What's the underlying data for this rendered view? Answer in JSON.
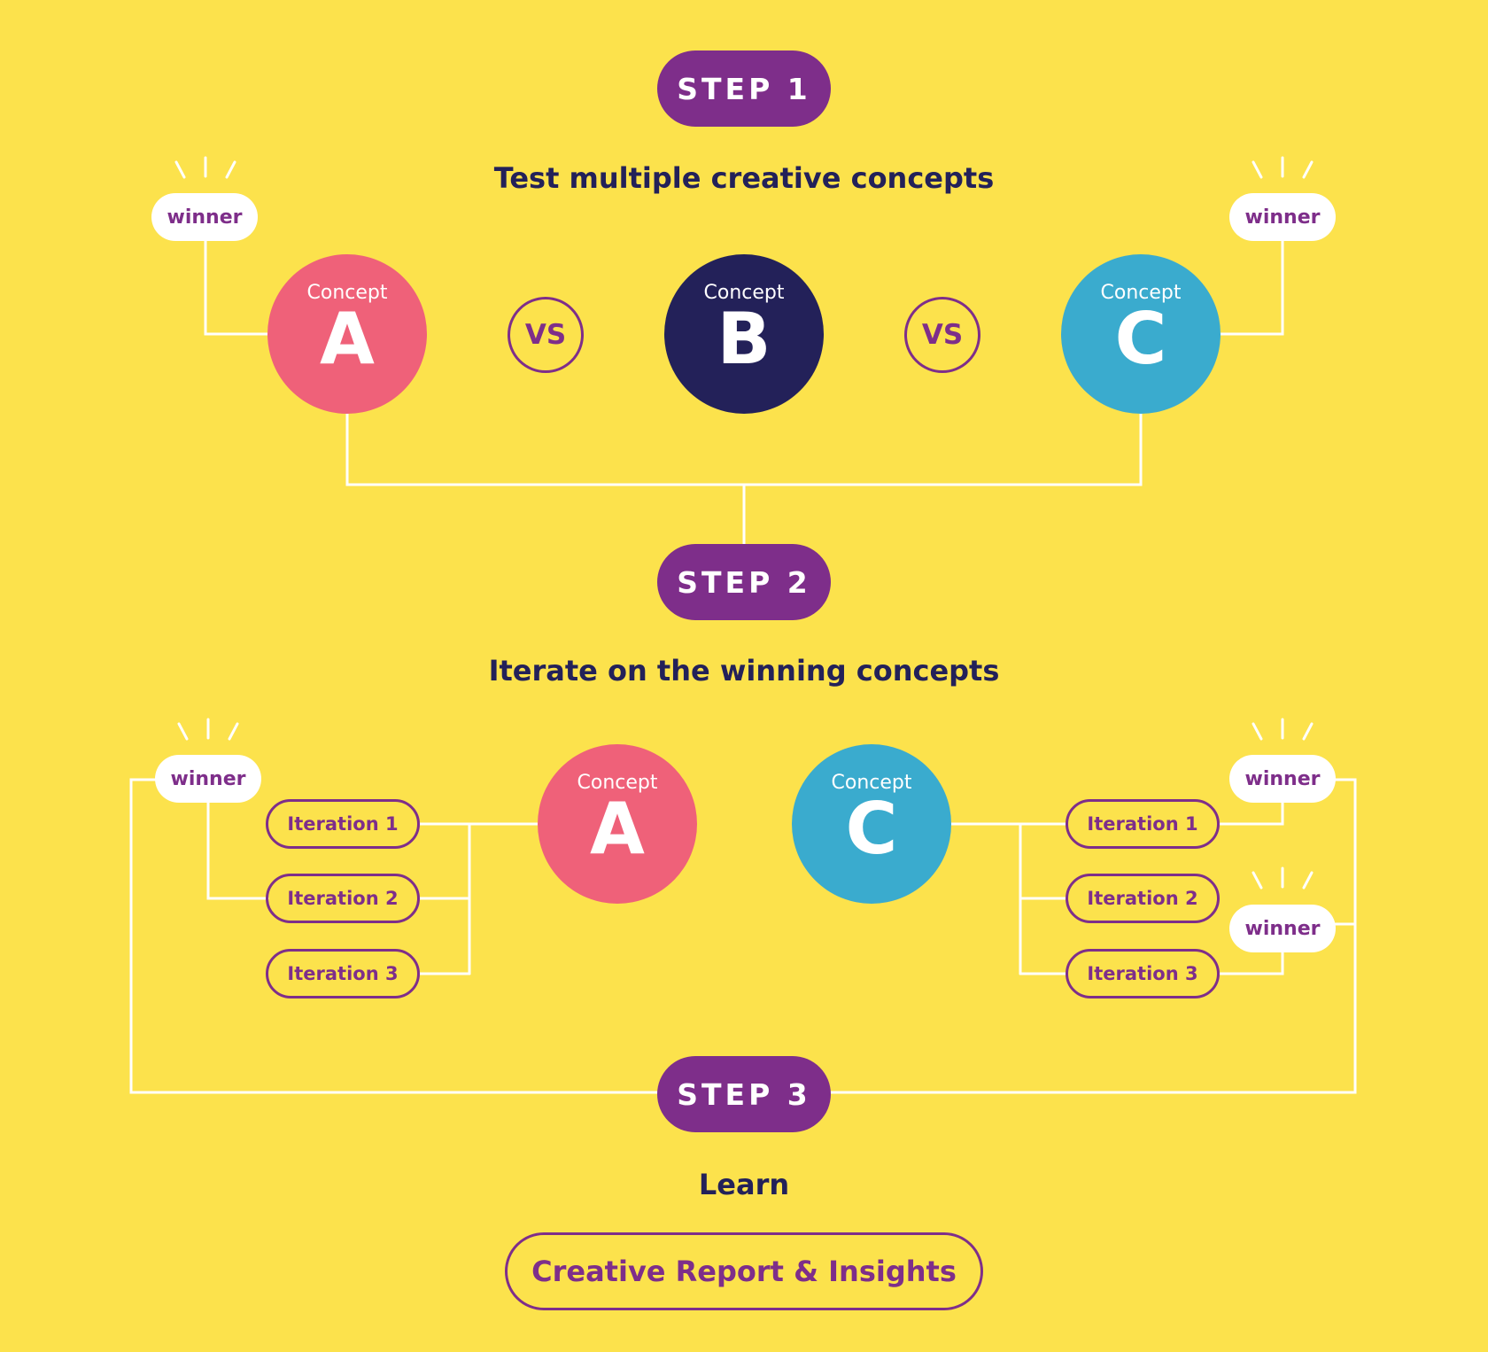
{
  "colors": {
    "background": "#FCE24C",
    "purple": "#7E2E8A",
    "navy": "#232159",
    "concept_a": "#EF6179",
    "concept_b": "#232159",
    "concept_c": "#3AABCE",
    "lines": "#FFFFFF"
  },
  "step1": {
    "label": "STEP 1",
    "heading": "Test multiple creative concepts",
    "concepts": [
      {
        "label": "Concept",
        "letter": "A"
      },
      {
        "label": "Concept",
        "letter": "B"
      },
      {
        "label": "Concept",
        "letter": "C"
      }
    ],
    "vs_label": "VS",
    "winner_label": "winner"
  },
  "step2": {
    "label": "STEP 2",
    "heading": "Iterate on the winning concepts",
    "concepts": [
      {
        "label": "Concept",
        "letter": "A"
      },
      {
        "label": "Concept",
        "letter": "C"
      }
    ],
    "left_iterations": [
      "Iteration 1",
      "Iteration 2",
      "Iteration 3"
    ],
    "right_iterations": [
      "Iteration 1",
      "Iteration 2",
      "Iteration 3"
    ],
    "winner_label": "winner"
  },
  "step3": {
    "label": "STEP 3",
    "heading": "Learn",
    "report_label": "Creative Report & Insights"
  }
}
